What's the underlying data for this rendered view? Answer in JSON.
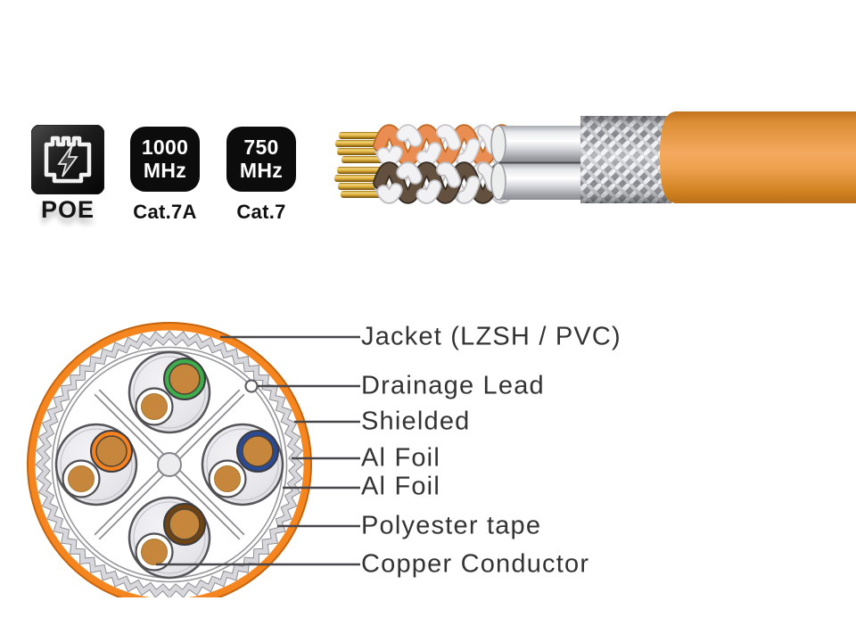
{
  "poe": {
    "label": "POE"
  },
  "badges": [
    {
      "frequency": "1000",
      "unit": "MHz",
      "category": "Cat.7A"
    },
    {
      "frequency": "750",
      "unit": "MHz",
      "category": "Cat.7"
    }
  ],
  "diagram": {
    "labels": [
      {
        "id": "jacket",
        "text": "Jacket (LZSH / PVC)"
      },
      {
        "id": "drainage-lead",
        "text": "Drainage Lead"
      },
      {
        "id": "shielded",
        "text": "Shielded"
      },
      {
        "id": "al-foil-outer",
        "text": "Al Foil"
      },
      {
        "id": "al-foil-pair",
        "text": "Al Foil"
      },
      {
        "id": "polyester-tape",
        "text": "Polyester tape"
      },
      {
        "id": "copper-conductor",
        "text": "Copper Conductor"
      }
    ]
  },
  "colors": {
    "jacket_orange": "#F5861F",
    "copper": "#C6873D",
    "pair_ring_green": "#3EAE4D",
    "pair_ring_orange": "#F5821F",
    "pair_ring_blue": "#2A4A96",
    "pair_ring_brown": "#6F4413",
    "badge_background": "#0C0C0C",
    "label_text": "#333333"
  }
}
